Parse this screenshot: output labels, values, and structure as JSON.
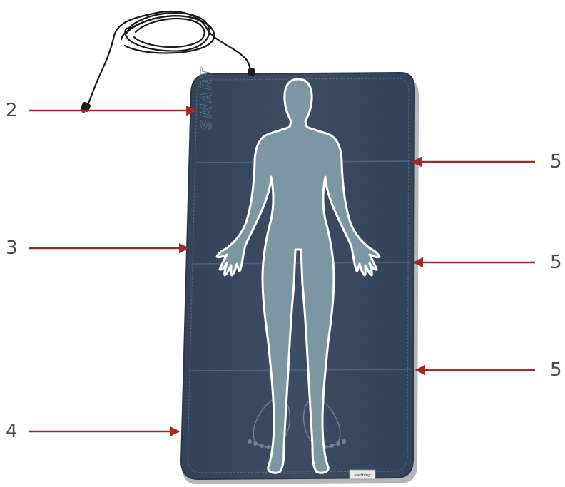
{
  "callouts": {
    "left": [
      {
        "label": "2"
      },
      {
        "label": "3"
      },
      {
        "label": "4"
      }
    ],
    "right": [
      {
        "label": "5"
      },
      {
        "label": "5"
      },
      {
        "label": "5"
      }
    ]
  },
  "mat": {
    "printed_logo": "SMART",
    "label_tag": "earthing"
  },
  "colors": {
    "mat": "#3c4a5e",
    "mat_edge": "#2e3a4b",
    "figure_fill": "#7c97a2",
    "figure_outline": "#ffffff",
    "arrow": "#9e2a2b",
    "cable": "#1b1b1b",
    "label_text": "#4a4a4a"
  }
}
